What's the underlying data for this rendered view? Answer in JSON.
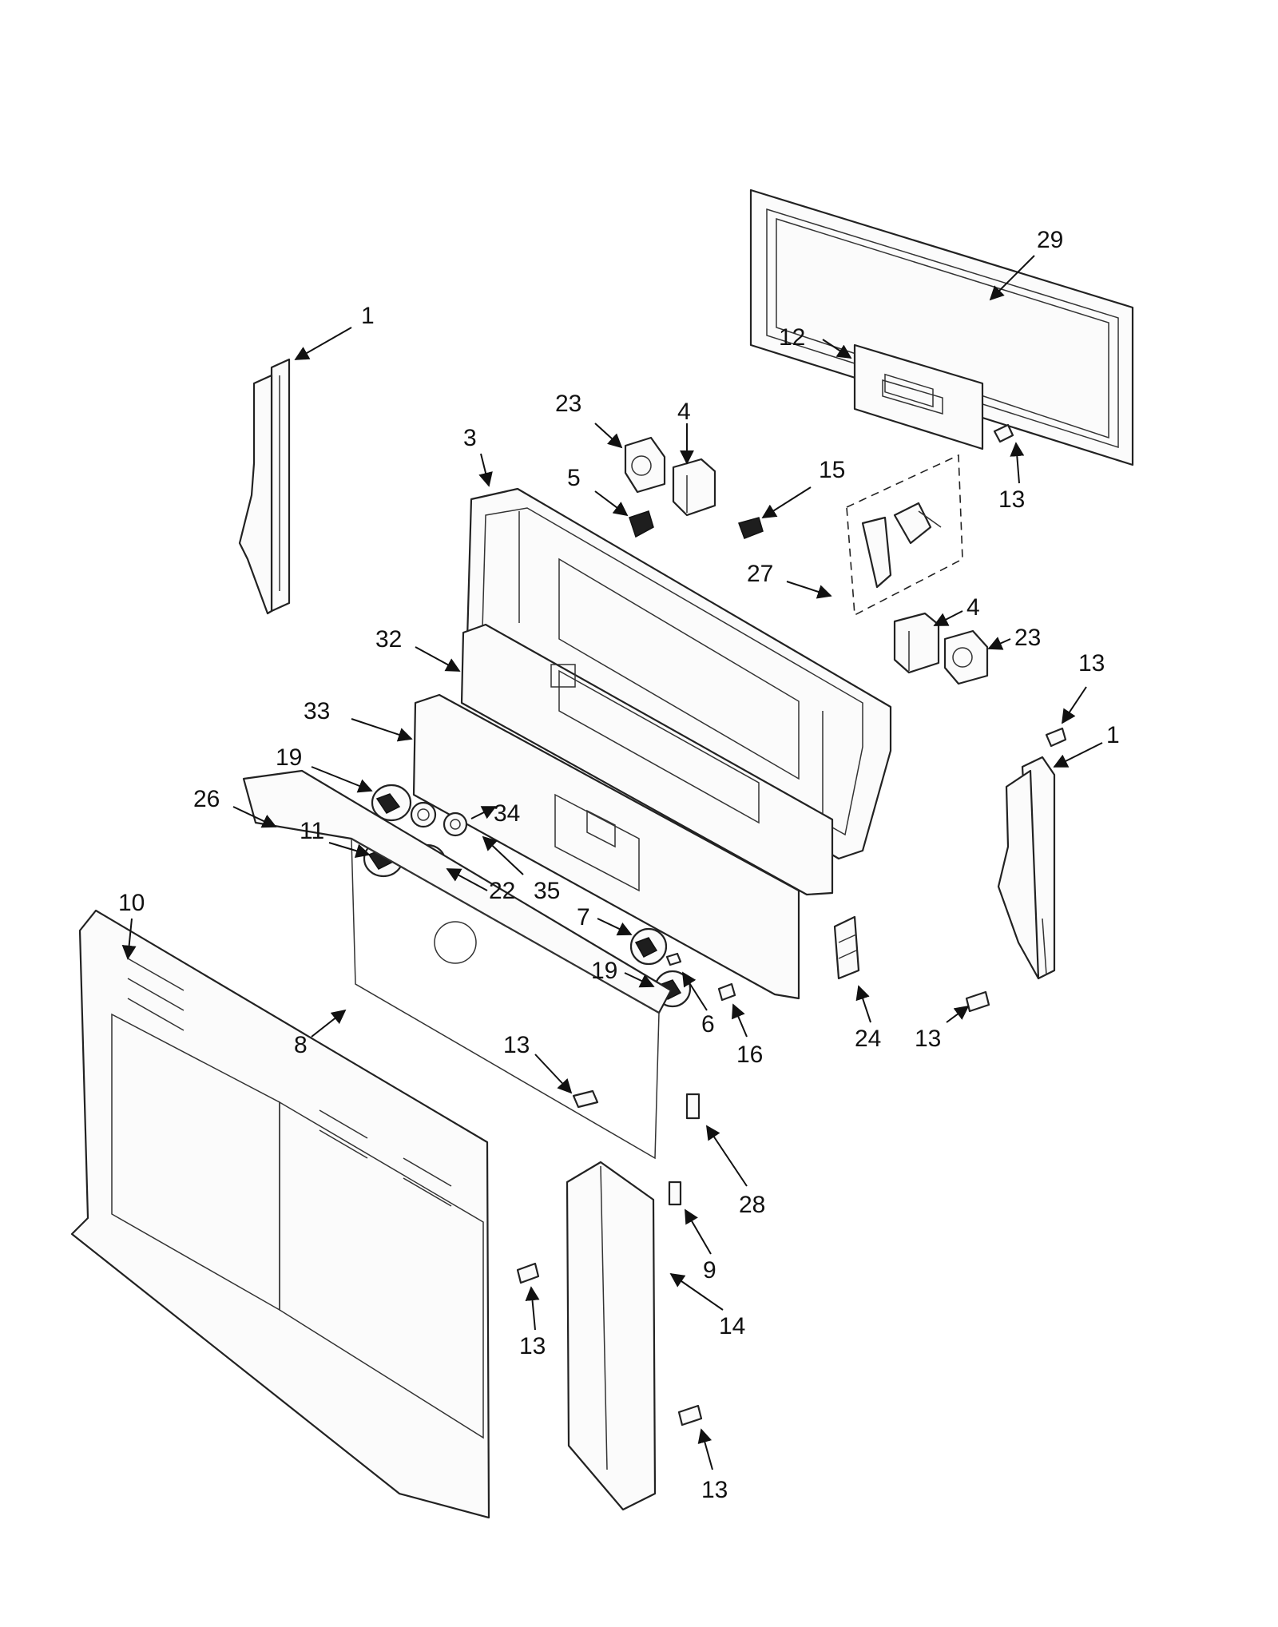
{
  "callouts": [
    {
      "id": "c1a",
      "text": "1"
    },
    {
      "id": "c29",
      "text": "29"
    },
    {
      "id": "c12",
      "text": "12"
    },
    {
      "id": "c23a",
      "text": "23"
    },
    {
      "id": "c4a",
      "text": "4"
    },
    {
      "id": "c3",
      "text": "3"
    },
    {
      "id": "c5",
      "text": "5"
    },
    {
      "id": "c15",
      "text": "15"
    },
    {
      "id": "c13a",
      "text": "13"
    },
    {
      "id": "c27",
      "text": "27"
    },
    {
      "id": "c4b",
      "text": "4"
    },
    {
      "id": "c23b",
      "text": "23"
    },
    {
      "id": "c13b",
      "text": "13"
    },
    {
      "id": "c1b",
      "text": "1"
    },
    {
      "id": "c32",
      "text": "32"
    },
    {
      "id": "c33",
      "text": "33"
    },
    {
      "id": "c19a",
      "text": "19"
    },
    {
      "id": "c26",
      "text": "26"
    },
    {
      "id": "c11",
      "text": "11"
    },
    {
      "id": "c34",
      "text": "34"
    },
    {
      "id": "c22",
      "text": "22"
    },
    {
      "id": "c35",
      "text": "35"
    },
    {
      "id": "c10",
      "text": "10"
    },
    {
      "id": "c7",
      "text": "7"
    },
    {
      "id": "c19b",
      "text": "19"
    },
    {
      "id": "c6",
      "text": "6"
    },
    {
      "id": "c16",
      "text": "16"
    },
    {
      "id": "c24",
      "text": "24"
    },
    {
      "id": "c13c",
      "text": "13"
    },
    {
      "id": "c8",
      "text": "8"
    },
    {
      "id": "c13d",
      "text": "13"
    },
    {
      "id": "c28",
      "text": "28"
    },
    {
      "id": "c9",
      "text": "9"
    },
    {
      "id": "c14",
      "text": "14"
    },
    {
      "id": "c13e",
      "text": "13"
    },
    {
      "id": "c13f",
      "text": "13"
    }
  ]
}
